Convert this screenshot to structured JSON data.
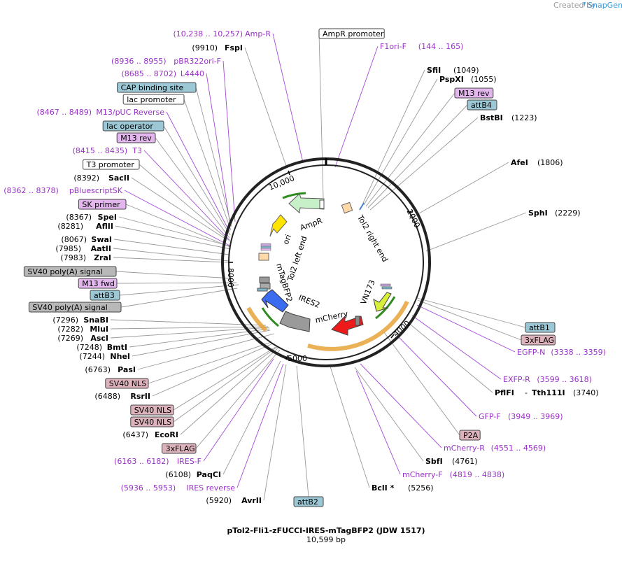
{
  "header": {
    "created_by": "Created by",
    "brand": "SnapGene"
  },
  "plasmid": {
    "name": "pTol2-Fli1-zFUCCI-IRES-mTagBFP2 (JDW 1517)",
    "length": "10,599 bp"
  },
  "ticks": [
    "2000",
    "4000",
    "5000",
    "8000",
    "10,000"
  ],
  "inner": [
    "AmpR",
    "ori",
    "Tol2 left end",
    "mTagBFP2",
    "IRES2",
    "mCherry",
    "VN173",
    "Tol2 right end"
  ],
  "left": [
    {
      "kind": "primer",
      "pos": "(10,238 .. 10,257)",
      "name": "Amp-R"
    },
    {
      "kind": "enz",
      "pos": "(9910)",
      "name": "FspI"
    },
    {
      "kind": "primer",
      "pos": "(8936 .. 8955)",
      "name": "pBR322ori-F"
    },
    {
      "kind": "primer",
      "pos": "(8685 .. 8702)",
      "name": "L4440"
    },
    {
      "kind": "feat",
      "name": "CAP binding site",
      "color": "#9cc8d6"
    },
    {
      "kind": "feat",
      "name": "lac promoter",
      "color": "#ffffff"
    },
    {
      "kind": "primer",
      "pos": "(8467 .. 8489)",
      "name": "M13/pUC Reverse"
    },
    {
      "kind": "feat",
      "name": "lac operator",
      "color": "#9cc8d6"
    },
    {
      "kind": "feat",
      "name": "M13 rev",
      "color": "#e3b6ee"
    },
    {
      "kind": "primer",
      "pos": "(8415 .. 8435)",
      "name": "T3"
    },
    {
      "kind": "feat",
      "name": "T3 promoter",
      "color": "#ffffff"
    },
    {
      "kind": "enz",
      "pos": "(8392)",
      "name": "SacII"
    },
    {
      "kind": "primer",
      "pos": "(8362 .. 8378)",
      "name": "pBluescriptSK"
    },
    {
      "kind": "feat",
      "name": "SK primer",
      "color": "#e3b6ee"
    },
    {
      "kind": "enz",
      "pos": "(8367)",
      "name": "SpeI"
    },
    {
      "kind": "enz",
      "pos": "(8281)",
      "name": "AflII"
    },
    {
      "kind": "enz",
      "pos": "(8067)",
      "name": "SwaI"
    },
    {
      "kind": "enz",
      "pos": "(7985)",
      "name": "AatII"
    },
    {
      "kind": "enz",
      "pos": "(7983)",
      "name": "ZraI"
    },
    {
      "kind": "feat",
      "name": "SV40 poly(A) signal",
      "color": "#b8b8b8"
    },
    {
      "kind": "feat",
      "name": "M13 fwd",
      "color": "#e3b6ee"
    },
    {
      "kind": "feat",
      "name": "attB3",
      "color": "#9cc8d6"
    },
    {
      "kind": "feat",
      "name": "SV40 poly(A) signal",
      "color": "#b8b8b8"
    },
    {
      "kind": "enz",
      "pos": "(7296)",
      "name": "SnaBI"
    },
    {
      "kind": "enz",
      "pos": "(7282)",
      "name": "MluI"
    },
    {
      "kind": "enz",
      "pos": "(7269)",
      "name": "AscI"
    },
    {
      "kind": "enz",
      "pos": "(7248)",
      "name": "BmtI"
    },
    {
      "kind": "enz",
      "pos": "(7244)",
      "name": "NheI"
    },
    {
      "kind": "enz",
      "pos": "(6763)",
      "name": "PasI"
    },
    {
      "kind": "feat",
      "name": "SV40 NLS",
      "color": "#dcb2bc"
    },
    {
      "kind": "enz",
      "pos": "(6488)",
      "name": "RsrII"
    },
    {
      "kind": "feat",
      "name": "SV40 NLS",
      "color": "#dcb2bc"
    },
    {
      "kind": "feat",
      "name": "SV40 NLS",
      "color": "#dcb2bc"
    },
    {
      "kind": "enz",
      "pos": "(6437)",
      "name": "EcoRI"
    },
    {
      "kind": "feat",
      "name": "3xFLAG",
      "color": "#dcb2bc"
    },
    {
      "kind": "primer",
      "pos": "(6163 .. 6182)",
      "name": "IRES-F"
    },
    {
      "kind": "enz",
      "pos": "(6108)",
      "name": "PaqCI"
    },
    {
      "kind": "primer",
      "pos": "(5936 .. 5953)",
      "name": "IRES reverse"
    },
    {
      "kind": "enz",
      "pos": "(5920)",
      "name": "AvrII"
    }
  ],
  "right": [
    {
      "kind": "feat",
      "name": "AmpR promoter",
      "color": "#ffffff"
    },
    {
      "kind": "primer",
      "pos": "(144 .. 165)",
      "name": "F1ori-F"
    },
    {
      "kind": "enz",
      "pos": "(1049)",
      "name": "SfiI"
    },
    {
      "kind": "enz",
      "pos": "(1055)",
      "name": "PspXI"
    },
    {
      "kind": "feat",
      "name": "M13 rev",
      "color": "#e3b6ee"
    },
    {
      "kind": "feat",
      "name": "attB4",
      "color": "#9cc8d6"
    },
    {
      "kind": "enz",
      "pos": "(1223)",
      "name": "BstBI"
    },
    {
      "kind": "enz",
      "pos": "(1806)",
      "name": "AfeI"
    },
    {
      "kind": "enz",
      "pos": "(2229)",
      "name": "SphI"
    },
    {
      "kind": "feat",
      "name": "attB1",
      "color": "#9cc8d6"
    },
    {
      "kind": "feat",
      "name": "3xFLAG",
      "color": "#dcb2bc"
    },
    {
      "kind": "primer",
      "pos": "(3338 .. 3359)",
      "name": "EGFP-N"
    },
    {
      "kind": "primer",
      "pos": "(3599 .. 3618)",
      "name": "EXFP-R"
    },
    {
      "kind": "enz2",
      "pos": "(3740)",
      "name": "PflFI",
      "name2": "Tth111I"
    },
    {
      "kind": "primer",
      "pos": "(3949 .. 3969)",
      "name": "GFP-F"
    },
    {
      "kind": "feat",
      "name": "P2A",
      "color": "#dcb2bc"
    },
    {
      "kind": "primer",
      "pos": "(4551 .. 4569)",
      "name": "mCherry-R"
    },
    {
      "kind": "enz",
      "pos": "(4761)",
      "name": "SbfI"
    },
    {
      "kind": "primer",
      "pos": "(4819 .. 4838)",
      "name": "mCherry-F"
    },
    {
      "kind": "enz",
      "pos": "(5256)",
      "name": "BclI *"
    },
    {
      "kind": "feat",
      "name": "attB2",
      "color": "#9cc8d6"
    }
  ]
}
